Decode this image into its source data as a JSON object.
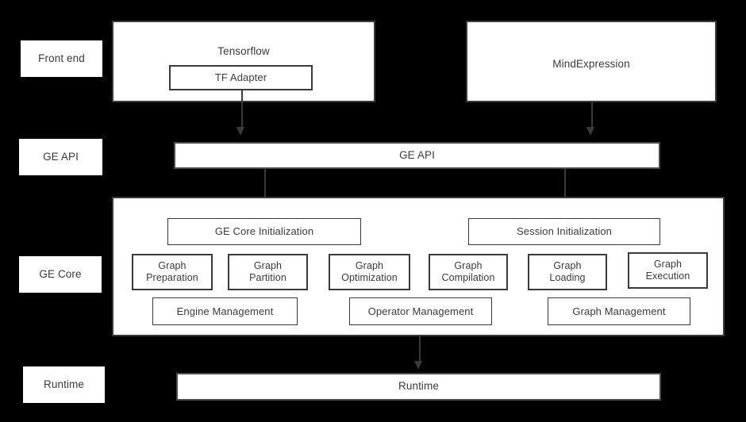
{
  "diagram": {
    "background_color": "#000000",
    "box_color": "#ffffff",
    "border_color": "#3a3a3a",
    "text_color": "#3b3b3b"
  },
  "layer_labels": [
    {
      "name": "front-end",
      "text": "Front end"
    },
    {
      "name": "ge-api",
      "text": "GE API"
    },
    {
      "name": "ge-core",
      "text": "GE Core"
    },
    {
      "name": "runtime",
      "text": "Runtime"
    }
  ],
  "front_end": {
    "tensorflow": {
      "title": "Tensorflow",
      "adapter": "TF Adapter"
    },
    "mindexpression": {
      "title": "MindExpression"
    }
  },
  "ge_api_bar": {
    "label": "GE API"
  },
  "ge_core": {
    "initialization": [
      {
        "name": "ge-core-initialization",
        "label": "GE Core Initialization"
      },
      {
        "name": "session-initialization",
        "label": "Session Initialization"
      }
    ],
    "modules": [
      {
        "name": "graph-preparation",
        "label": "Graph\nPreparation"
      },
      {
        "name": "graph-partition",
        "label": "Graph\nPartition"
      },
      {
        "name": "graph-optimization",
        "label": "Graph\nOptimization"
      },
      {
        "name": "graph-compilation",
        "label": "Graph\nCompilation"
      },
      {
        "name": "graph-loading",
        "label": "Graph\nLoading"
      },
      {
        "name": "graph-execution",
        "label": "Graph\nExecution"
      }
    ],
    "management": [
      {
        "name": "engine-management",
        "label": "Engine Management"
      },
      {
        "name": "operator-management",
        "label": "Operator Management"
      },
      {
        "name": "graph-management",
        "label": "Graph Management"
      }
    ]
  },
  "runtime_bar": {
    "label": "Runtime"
  },
  "connectors": [
    {
      "name": "tf-adapter-to-ge-api"
    },
    {
      "name": "mindexpression-to-ge-api"
    },
    {
      "name": "ge-api-to-ge-core-initialization"
    },
    {
      "name": "ge-api-to-session-initialization"
    },
    {
      "name": "ge-core-to-runtime"
    }
  ]
}
